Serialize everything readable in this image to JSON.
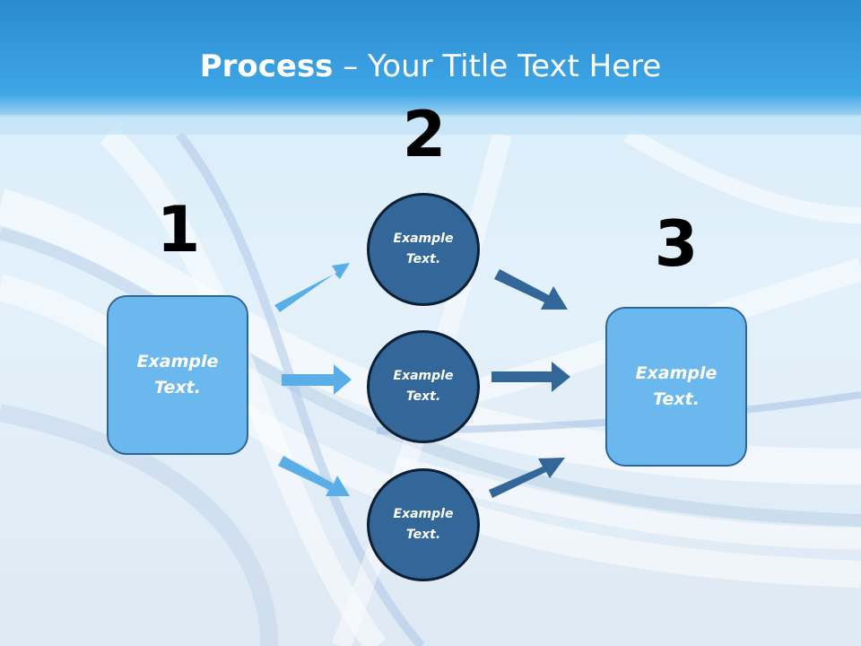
{
  "title": {
    "bold": "Process",
    "rest": " – Your Title Text Here"
  },
  "steps": [
    {
      "number": "1",
      "text": "Example Text."
    },
    {
      "number": "2",
      "circles": [
        "Example Text.",
        "Example Text.",
        "Example Text."
      ]
    },
    {
      "number": "3",
      "text": "Example Text."
    }
  ],
  "colors": {
    "title_bar": "#3a9fe0",
    "box_fill": "#6bb8ee",
    "circle_fill": "#336699",
    "arrow_light": "#5aaee8",
    "arrow_dark": "#336699"
  }
}
